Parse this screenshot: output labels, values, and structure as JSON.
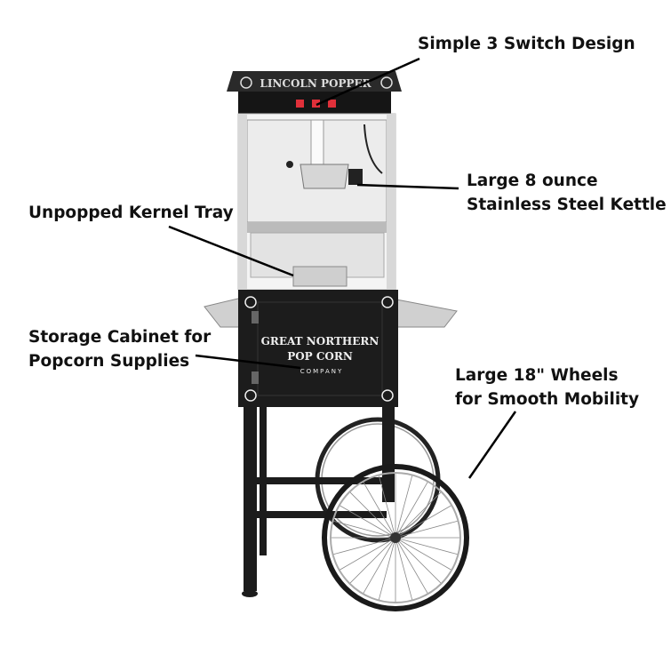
{
  "callouts": {
    "switch": {
      "lines": [
        "Simple 3 Switch Design"
      ]
    },
    "kettle": {
      "lines": [
        "Large 8 ounce",
        "Stainless Steel Kettle"
      ]
    },
    "tray": {
      "lines": [
        "Unpopped Kernel Tray"
      ]
    },
    "cabinet": {
      "lines": [
        "Storage Cabinet for",
        "Popcorn Supplies"
      ]
    },
    "wheels": {
      "lines": [
        "Large 18\" Wheels",
        "for Smooth Mobility"
      ]
    }
  },
  "product_branding": {
    "canopy_text": "LINCOLN POPPER",
    "cabinet_logo": [
      "GREAT NORTHERN",
      "POP CORN",
      "COMPANY"
    ]
  },
  "colors": {
    "machine_black": "#1c1c1c",
    "switch_red": "#e0303a",
    "callout_line": "#000000"
  }
}
